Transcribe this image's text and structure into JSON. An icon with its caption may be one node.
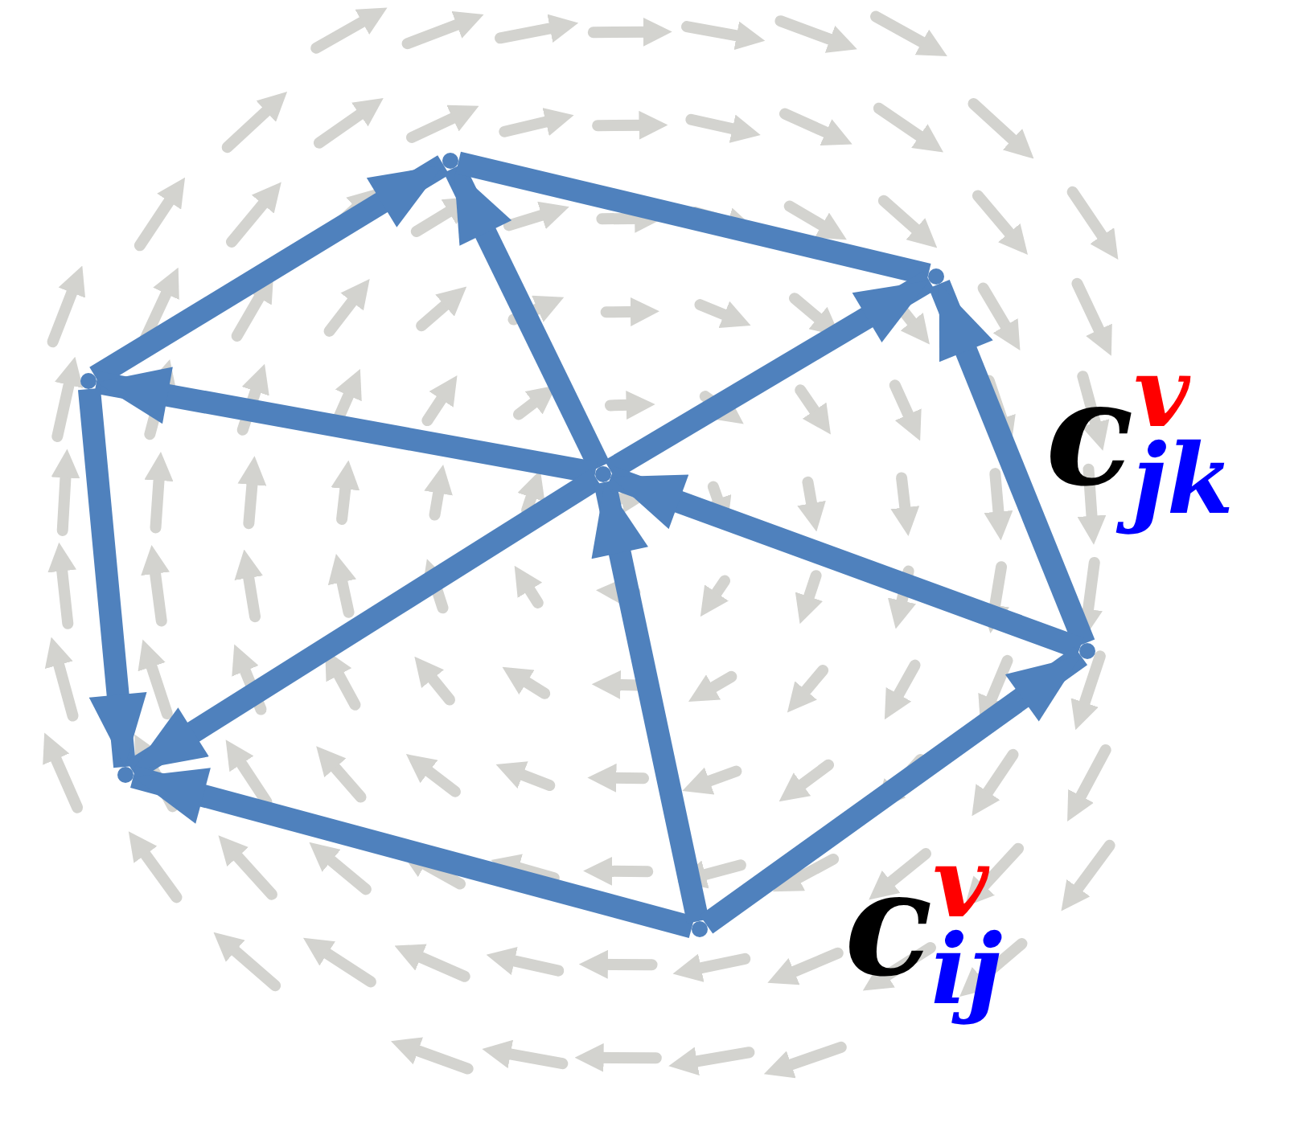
{
  "diagram": {
    "nodes": [
      {
        "text": [],
        "shape": "point"
      },
      {
        "text": [],
        "shape": "point"
      },
      {
        "text": [],
        "shape": "point"
      },
      {
        "text": [],
        "shape": "point"
      },
      {
        "text": [],
        "shape": "point"
      },
      {
        "text": [],
        "shape": "point"
      },
      {
        "text": [],
        "shape": "point"
      }
    ],
    "edges": [
      {
        "from": 3,
        "to": 1,
        "arrow": "to"
      },
      {
        "from": 0,
        "to": 1,
        "arrow": "to"
      },
      {
        "from": 1,
        "to": 2,
        "arrow": "none"
      },
      {
        "from": 0,
        "to": 2,
        "arrow": "to"
      },
      {
        "from": 6,
        "to": 2,
        "arrow": "to"
      },
      {
        "from": 0,
        "to": 3,
        "arrow": "to"
      },
      {
        "from": 3,
        "to": 4,
        "arrow": "to"
      },
      {
        "from": 0,
        "to": 4,
        "arrow": "to"
      },
      {
        "from": 5,
        "to": 4,
        "arrow": "to"
      },
      {
        "from": 5,
        "to": 0,
        "arrow": "to"
      },
      {
        "from": 6,
        "to": 0,
        "arrow": "to"
      },
      {
        "from": 5,
        "to": 6,
        "arrow": "to"
      }
    ],
    "labels": [
      "c$^{v}$$_{jk}$",
      "c$^{v}$$_{ij}$"
    ]
  }
}
